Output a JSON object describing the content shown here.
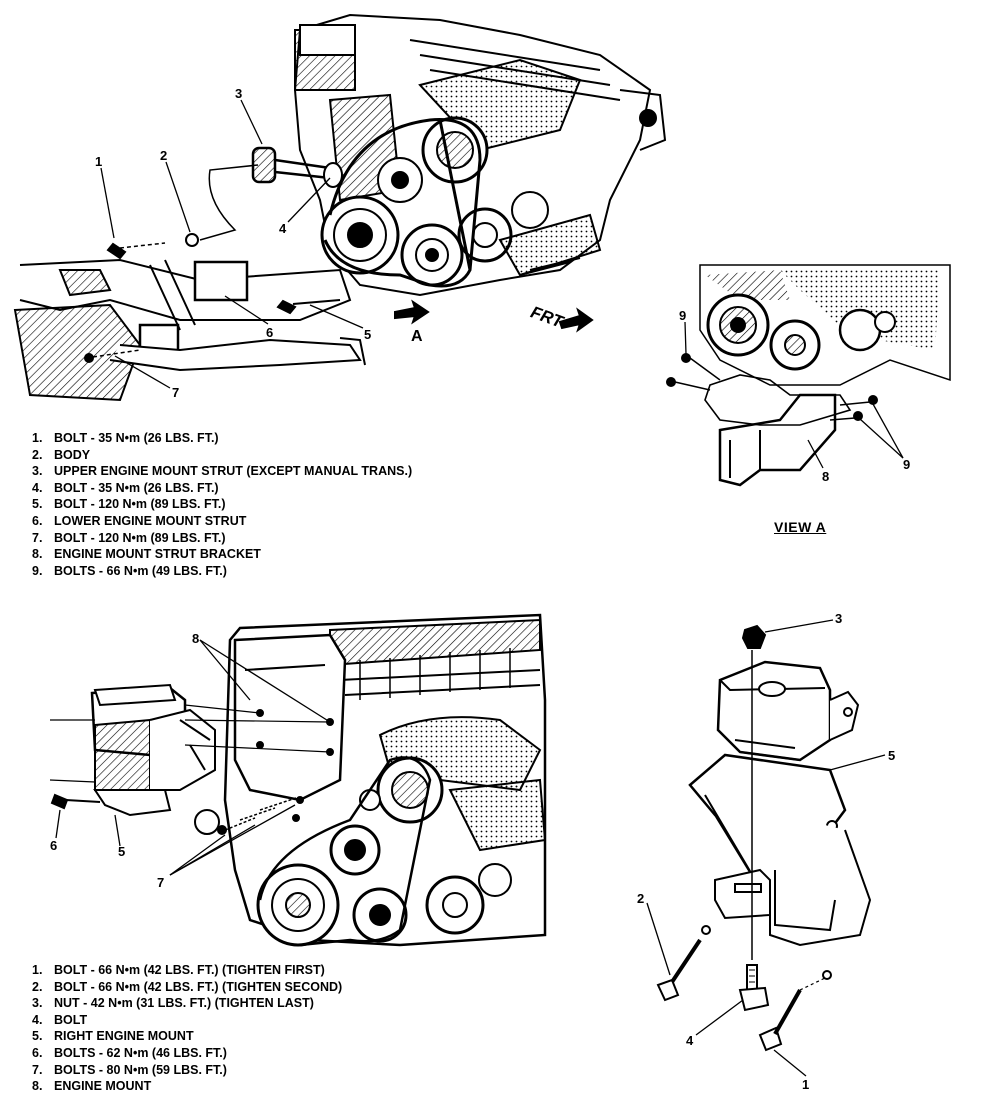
{
  "top": {
    "callouts": [
      "1",
      "2",
      "3",
      "4",
      "5",
      "6",
      "7"
    ],
    "arrow_letter": "A",
    "frt_label": "FRT",
    "legend": [
      {
        "num": "1.",
        "text": "BOLT - 35 N•m (26 LBS. FT.)"
      },
      {
        "num": "2.",
        "text": "BODY"
      },
      {
        "num": "3.",
        "text": "UPPER ENGINE MOUNT STRUT (EXCEPT MANUAL TRANS.)"
      },
      {
        "num": "4.",
        "text": "BOLT - 35 N•m (26 LBS. FT.)"
      },
      {
        "num": "5.",
        "text": "BOLT - 120 N•m (89 LBS. FT.)"
      },
      {
        "num": "6.",
        "text": "LOWER ENGINE MOUNT STRUT"
      },
      {
        "num": "7.",
        "text": "BOLT - 120 N•m (89 LBS. FT.)"
      },
      {
        "num": "8.",
        "text": "ENGINE MOUNT STRUT BRACKET"
      },
      {
        "num": "9.",
        "text": "BOLTS - 66 N•m (49 LBS. FT.)"
      }
    ]
  },
  "view_a": {
    "title": "VIEW A",
    "callouts": [
      "9",
      "8",
      "9"
    ]
  },
  "bottom": {
    "callouts": [
      "8",
      "6",
      "5",
      "7"
    ],
    "legend": [
      {
        "num": "1.",
        "text": "BOLT - 66 N•m (42 LBS. FT.) (TIGHTEN FIRST)"
      },
      {
        "num": "2.",
        "text": "BOLT - 66 N•m (42 LBS. FT.) (TIGHTEN SECOND)"
      },
      {
        "num": "3.",
        "text": "NUT - 42 N•m (31 LBS. FT.) (TIGHTEN LAST)"
      },
      {
        "num": "4.",
        "text": "BOLT"
      },
      {
        "num": "5.",
        "text": "RIGHT ENGINE MOUNT"
      },
      {
        "num": "6.",
        "text": "BOLTS - 62 N•m (46 LBS. FT.)"
      },
      {
        "num": "7.",
        "text": "BOLTS - 80 N•m (59 LBS. FT.)"
      },
      {
        "num": "8.",
        "text": "ENGINE MOUNT"
      }
    ]
  },
  "mount_detail": {
    "callouts": [
      "3",
      "5",
      "2",
      "4",
      "1"
    ]
  }
}
